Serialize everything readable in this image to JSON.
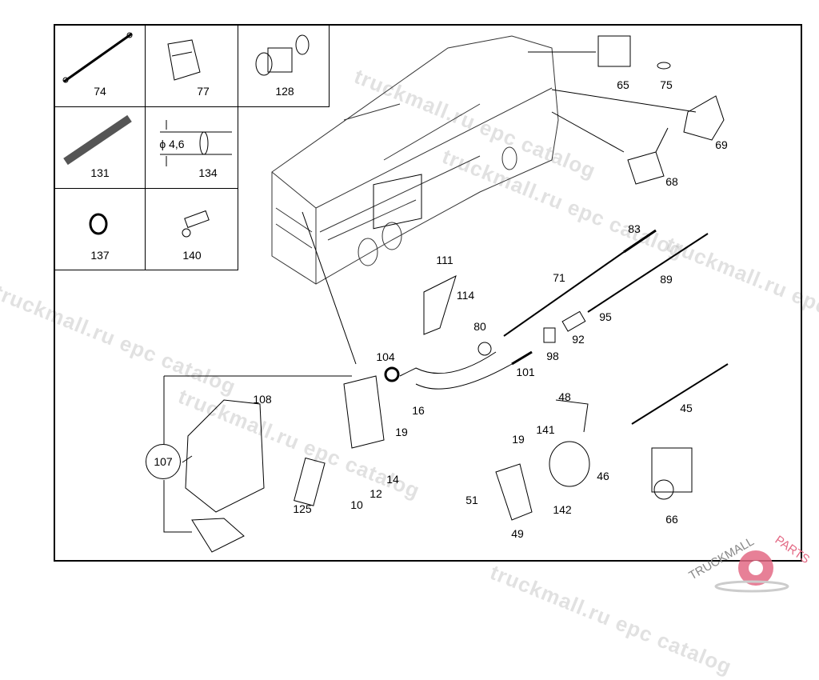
{
  "diagram": {
    "inset_labels": [
      "74",
      "77",
      "128",
      "131",
      "134",
      "137",
      "140"
    ],
    "inset_dimension": "ϕ 4,6",
    "part_labels": {
      "p65": "65",
      "p75": "75",
      "p69": "69",
      "p68": "68",
      "p83": "83",
      "p89": "89",
      "p71": "71",
      "p95": "95",
      "p111": "111",
      "p114": "114",
      "p80": "80",
      "p92": "92",
      "p98": "98",
      "p104": "104",
      "p101": "101",
      "p48": "48",
      "p45": "45",
      "p108": "108",
      "p16": "16",
      "p19a": "19",
      "p141": "141",
      "p19b": "19",
      "p107": "107",
      "p46": "46",
      "p14": "14",
      "p12": "12",
      "p51": "51",
      "p125": "125",
      "p10": "10",
      "p142": "142",
      "p66": "66",
      "p49": "49"
    }
  },
  "watermark": {
    "text": "truckmall.ru epc catalog",
    "logo_text_1": "TRUCKMALL",
    "logo_text_2": "PARTS",
    "logo_color": "#e36a85"
  }
}
